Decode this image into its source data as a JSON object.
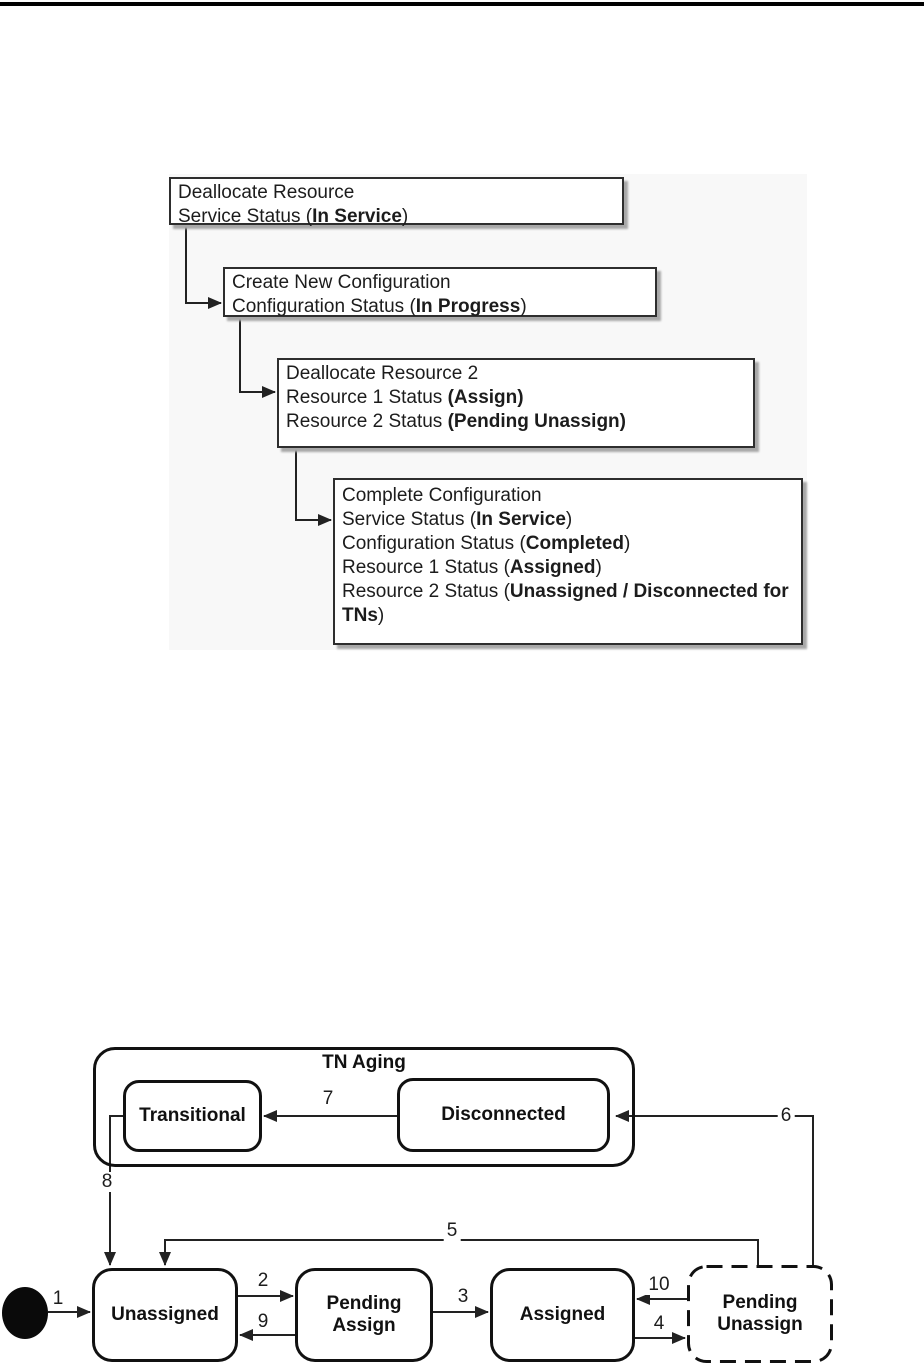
{
  "colors": {
    "ink": "#1c1c1c",
    "line": "#222222",
    "panel_bg": "#f8f8f8",
    "flow_box_border": "#2e2e2e",
    "flow_box_shadow": "#a8a8a8",
    "state_border": "#111111",
    "background": "#ffffff"
  },
  "flow_diagram": {
    "boxes": [
      {
        "lines": [
          {
            "pre": "Deallocate Resource",
            "bold": "",
            "post": ""
          },
          {
            "pre": "Service Status (",
            "bold": "In Service",
            "post": ")"
          }
        ]
      },
      {
        "lines": [
          {
            "pre": "Create New Configuration",
            "bold": "",
            "post": ""
          },
          {
            "pre": "Configuration Status (",
            "bold": "In Progress",
            "post": ")"
          }
        ]
      },
      {
        "lines": [
          {
            "pre": "Deallocate Resource 2",
            "bold": "",
            "post": ""
          },
          {
            "pre": "Resource 1 Status ",
            "bold": "(Assign)",
            "post": ""
          },
          {
            "pre": "Resource 2 Status ",
            "bold": "(Pending Unassign)",
            "post": ""
          }
        ]
      },
      {
        "lines": [
          {
            "pre": "Complete Configuration",
            "bold": "",
            "post": ""
          },
          {
            "pre": "Service Status (",
            "bold": "In Service",
            "post": ")"
          },
          {
            "pre": "Configuration Status (",
            "bold": "Completed",
            "post": ")"
          },
          {
            "pre": "Resource 1 Status (",
            "bold": "Assigned",
            "post": ")"
          },
          {
            "pre": "Resource 2 Status (",
            "bold": "Unassigned / Disconnected for TNs",
            "post": ")"
          }
        ]
      }
    ]
  },
  "state_diagram": {
    "composite_label": "TN Aging",
    "states": {
      "transitional": "Transitional",
      "disconnected": "Disconnected",
      "unassigned": "Unassigned",
      "pending_assign": "Pending Assign",
      "assigned": "Assigned",
      "pending_unassign": "Pending Unassign"
    },
    "transitions": {
      "t1": {
        "label": "1",
        "from": "initial",
        "to": "unassigned"
      },
      "t2": {
        "label": "2",
        "from": "unassigned",
        "to": "pending_assign"
      },
      "t3": {
        "label": "3",
        "from": "pending_assign",
        "to": "assigned"
      },
      "t4": {
        "label": "4",
        "from": "assigned",
        "to": "pending_unassign"
      },
      "t5": {
        "label": "5",
        "from": "pending_unassign",
        "to": "unassigned"
      },
      "t6": {
        "label": "6",
        "from": "pending_unassign",
        "to": "disconnected"
      },
      "t7": {
        "label": "7",
        "from": "disconnected",
        "to": "transitional"
      },
      "t8": {
        "label": "8",
        "from": "transitional",
        "to": "unassigned"
      },
      "t9": {
        "label": "9",
        "from": "pending_assign",
        "to": "unassigned"
      },
      "t10": {
        "label": "10",
        "from": "pending_unassign",
        "to": "assigned"
      }
    }
  }
}
